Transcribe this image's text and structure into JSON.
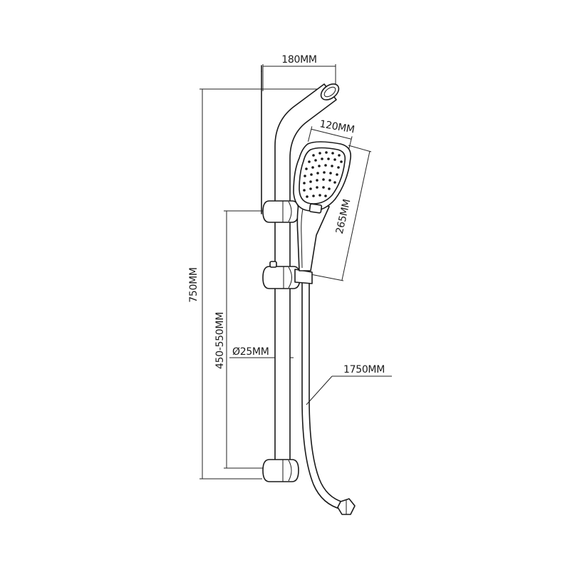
{
  "diagram": {
    "dimensions": {
      "top_width": "180MM",
      "head_width": "120MM",
      "head_length": "265MM",
      "total_height": "750MM",
      "adjust_range": "450-550MM",
      "rail_diameter": "Ø25MM",
      "hose_length": "1750MM"
    }
  }
}
